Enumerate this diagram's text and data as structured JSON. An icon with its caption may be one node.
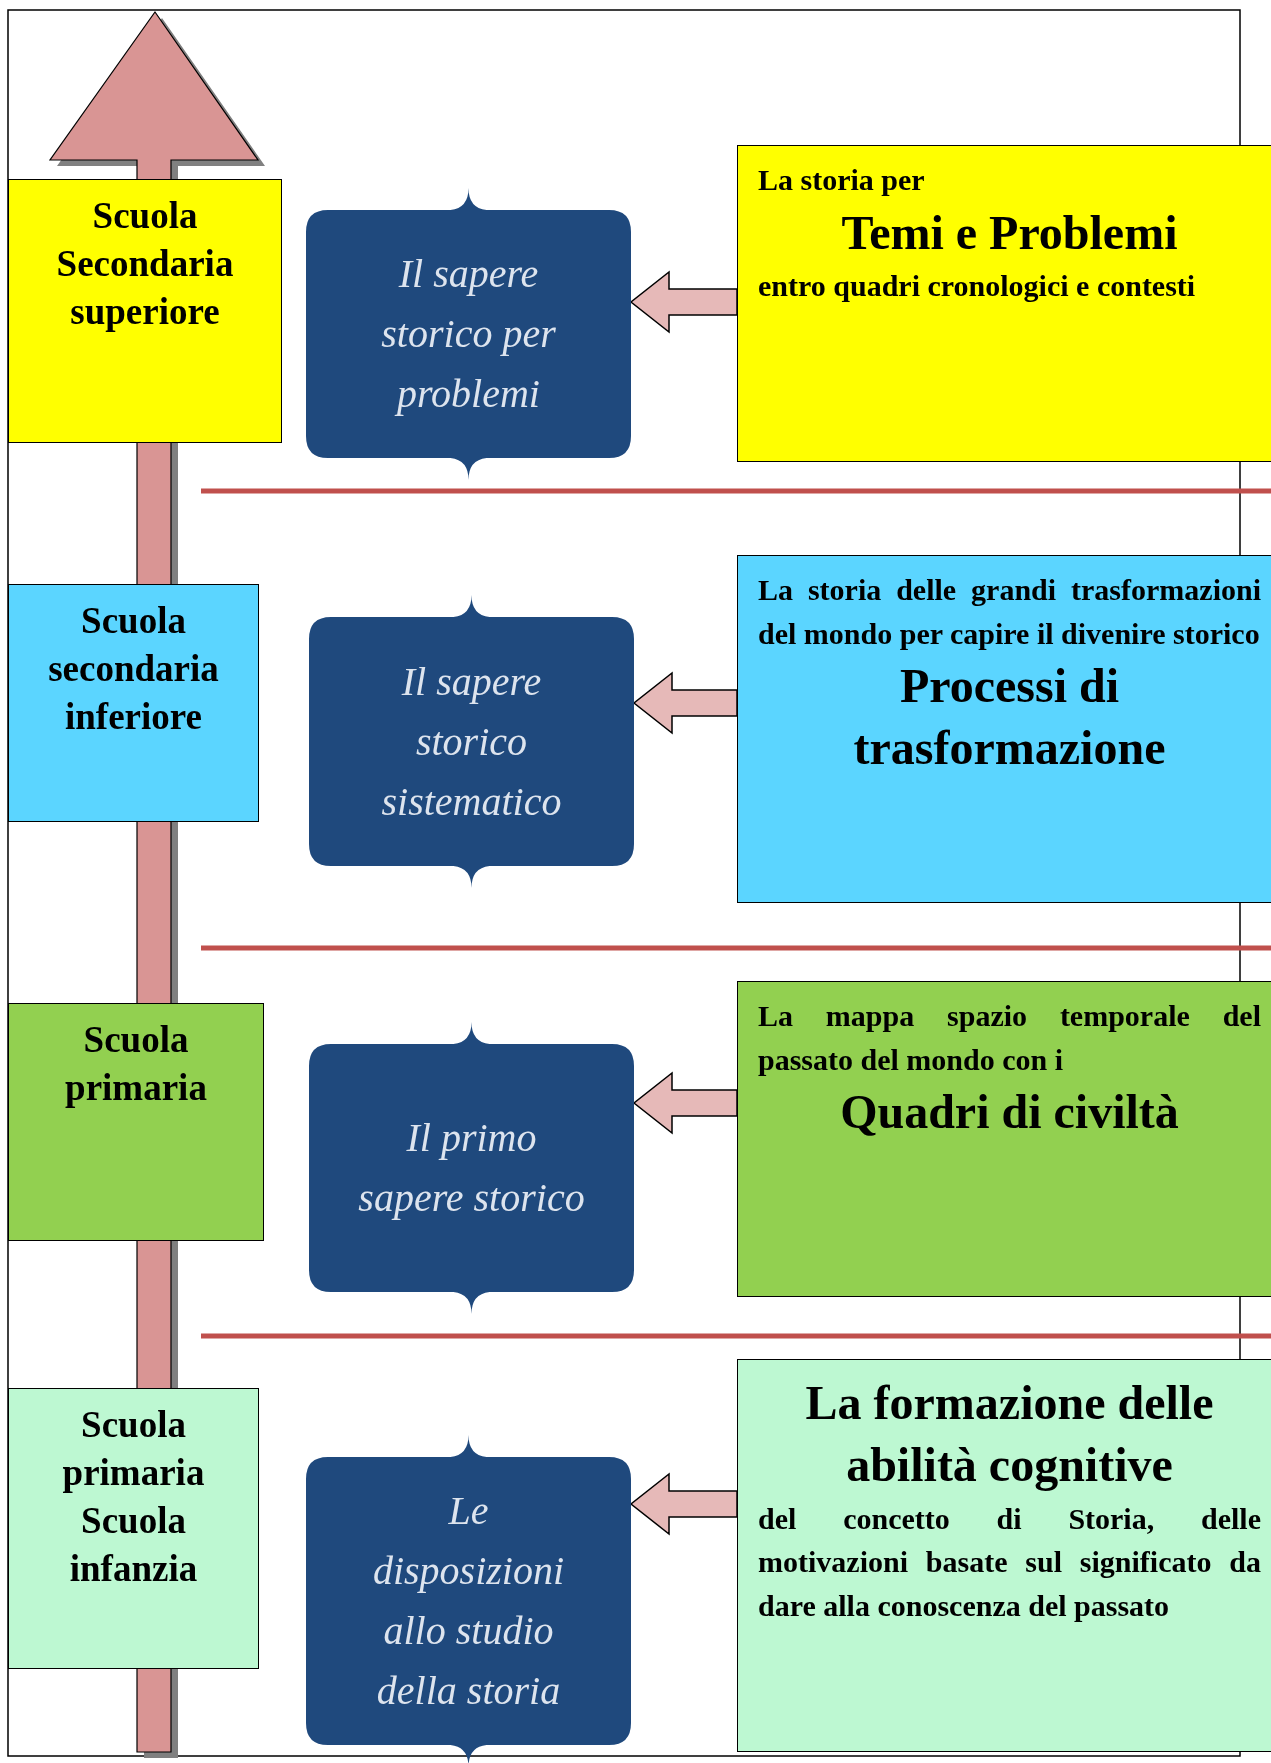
{
  "diagram": {
    "nodes": [
      {
        "text": [
          "Scuola Secondaria superiore"
        ]
      },
      {
        "text": [
          "Scuola secondaria inferiore"
        ]
      },
      {
        "text": [
          "Scuola primaria"
        ]
      },
      {
        "text": [
          "Scuola primaria",
          "Scuola infanzia"
        ]
      },
      {
        "text": [
          "Il sapere storico per problemi"
        ]
      },
      {
        "text": [
          "Il sapere storico sistematico"
        ]
      },
      {
        "text": [
          "Il primo sapere storico"
        ]
      },
      {
        "text": [
          "Le disposizioni allo studio della storia"
        ]
      },
      {
        "text": [
          "La storia per",
          "Temi e Problemi",
          "entro quadri cronologici e contesti"
        ]
      },
      {
        "text": [
          "La storia delle grandi trasformazioni del mondo per capire il divenire storico",
          "Processi di trasformazione"
        ]
      },
      {
        "text": [
          "La mappa spazio temporale del passato del mondo con i",
          "Quadri di civiltà"
        ]
      },
      {
        "text": [
          "La formazione delle abilità cognitive",
          "del concetto di Storia, delle motivazioni basate sul significato da dare alla conoscenza del passato"
        ]
      }
    ],
    "edges": [
      {
        "from": 8,
        "to": 4,
        "arrow": "to"
      },
      {
        "from": 9,
        "to": 5,
        "arrow": "to"
      },
      {
        "from": 10,
        "to": 6,
        "arrow": "to"
      },
      {
        "from": 11,
        "to": 7,
        "arrow": "to"
      }
    ]
  }
}
